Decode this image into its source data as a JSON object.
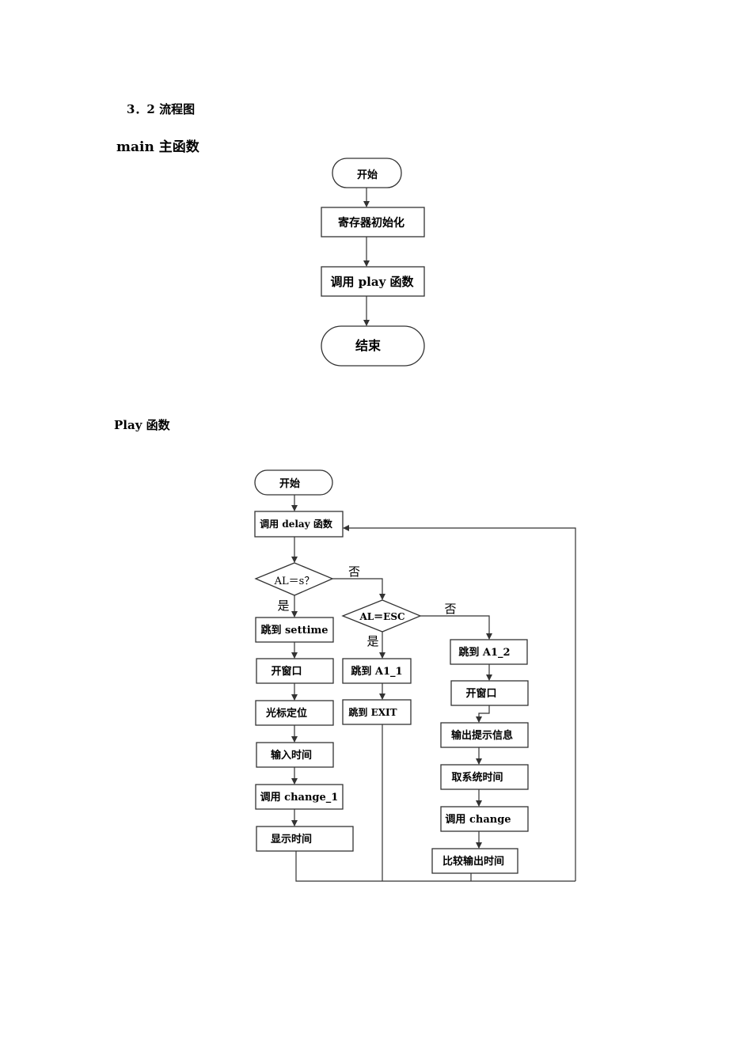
{
  "section_heading": "3．2 流程图",
  "main_heading": "main  主函数",
  "play_heading": "Play 函数",
  "main_flow": {
    "start": "开始",
    "init_registers": "寄存器初始化",
    "call_play": "调用 play 函数",
    "end": "结束"
  },
  "play_flow": {
    "start": "开始",
    "call_delay": "调用 delay 函数",
    "cond_s": "AL＝s？",
    "cond_esc": "AL＝ESC",
    "yes": "是",
    "no": "否",
    "left_branch": [
      "跳到 settime",
      "开窗口",
      "光标定位",
      "输入时间",
      "调用 change_1",
      "显示时间"
    ],
    "mid_branch": [
      "跳到 A1_1",
      "跳到 EXIT"
    ],
    "right_branch": [
      "跳到 A1_2",
      "开窗口",
      "输出提示信息",
      "取系统时间",
      "调用 change",
      "比较输出时间"
    ]
  }
}
